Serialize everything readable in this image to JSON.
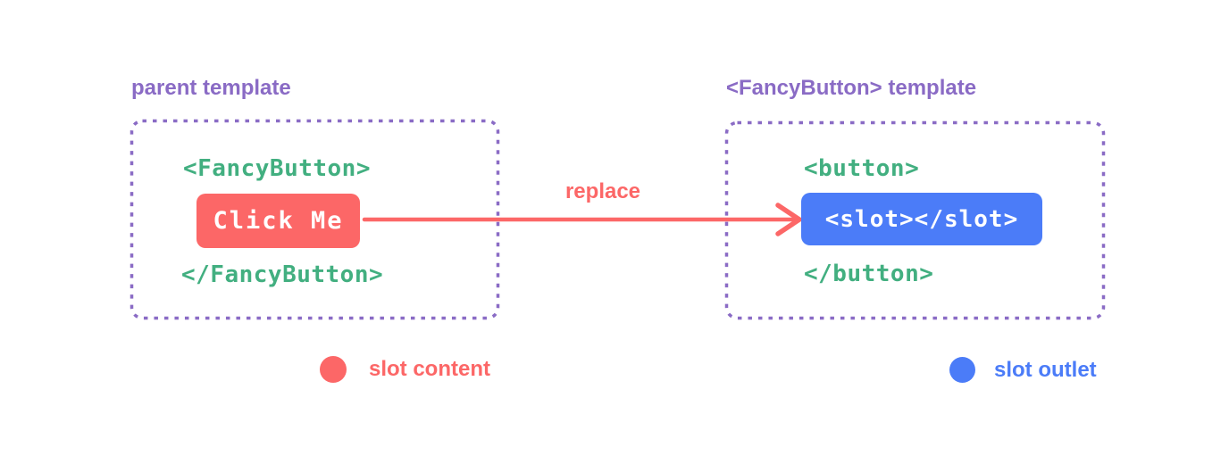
{
  "diagram": {
    "description": "Vue slots diagram showing parent template content replacing the slot outlet in the FancyButton template"
  },
  "colors": {
    "background": "#ffffff",
    "purple": "#8a6bc5",
    "green": "#42af80",
    "red": "#fc6767",
    "blue": "#4b7cf8",
    "white_text": "#ffffff"
  },
  "parent_panel": {
    "title": "parent template",
    "open_tag": "<FancyButton>",
    "button_label": "Click Me",
    "close_tag": "</FancyButton>"
  },
  "arrow": {
    "label": "replace",
    "direction": "left-to-right"
  },
  "fancy_button_panel": {
    "title": "<FancyButton> template",
    "open_tag": "<button>",
    "slot_code": "<slot></slot>",
    "close_tag": "</button>"
  },
  "legend": {
    "slot_content": {
      "label": "slot content",
      "swatch": "red-circle"
    },
    "slot_outlet": {
      "label": "slot outlet",
      "swatch": "blue-circle"
    }
  }
}
